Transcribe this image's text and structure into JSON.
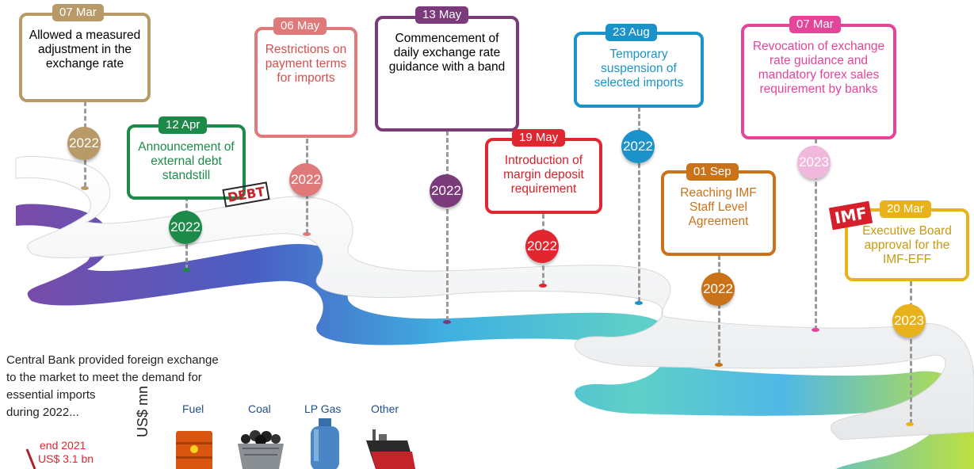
{
  "events": [
    {
      "id": "e1",
      "date": "07 Mar",
      "text": "Allowed a measured adjustment in the exchange rate",
      "year": "2022",
      "color": "#b89a68"
    },
    {
      "id": "e2",
      "date": "12 Apr",
      "text": "Announcement of external debt standstill",
      "year": "2022",
      "color": "#1e8a4a"
    },
    {
      "id": "e3",
      "date": "06 May",
      "text": "Restrictions on payment terms for imports",
      "year": "2022",
      "color": "#e0797a"
    },
    {
      "id": "e4",
      "date": "13 May",
      "text": "Commencement of daily exchange rate guidance with a band",
      "year": "2022",
      "color": "#7b3a7a"
    },
    {
      "id": "e5",
      "date": "19 May",
      "text": "Introduction of margin deposit requirement",
      "year": "2022",
      "color": "#e1262f"
    },
    {
      "id": "e6",
      "date": "23 Aug",
      "text": "Temporary suspension of selected imports",
      "year": "2022",
      "color": "#1b92c9"
    },
    {
      "id": "e7",
      "date": "01 Sep",
      "text": "Reaching IMF Staff Level Agreement",
      "year": "2022",
      "color": "#c9721a"
    },
    {
      "id": "e8",
      "date": "07 Mar",
      "text": "Revocation of exchange rate guidance and mandatory forex sales requirement by banks",
      "year": "2023",
      "color": "#e4449a"
    },
    {
      "id": "e9",
      "date": "20 Mar",
      "text": "Executive Board approval for the IMF-EFF",
      "year": "2023",
      "color": "#e8b21c"
    }
  ],
  "stamps": {
    "debt": "DEBT",
    "imf": "IMF"
  },
  "footnote": {
    "line1": "Central Bank provided foreign exchange",
    "line2": "to the market to meet the demand for",
    "line3": "essential imports",
    "line4": "during 2022..."
  },
  "import_categories": [
    "Fuel",
    "Coal",
    "LP Gas",
    "Other"
  ],
  "yaxis_unit": "US$ mn",
  "reserves": {
    "label": "end 2021",
    "value": "US$ 3.1 bn"
  }
}
